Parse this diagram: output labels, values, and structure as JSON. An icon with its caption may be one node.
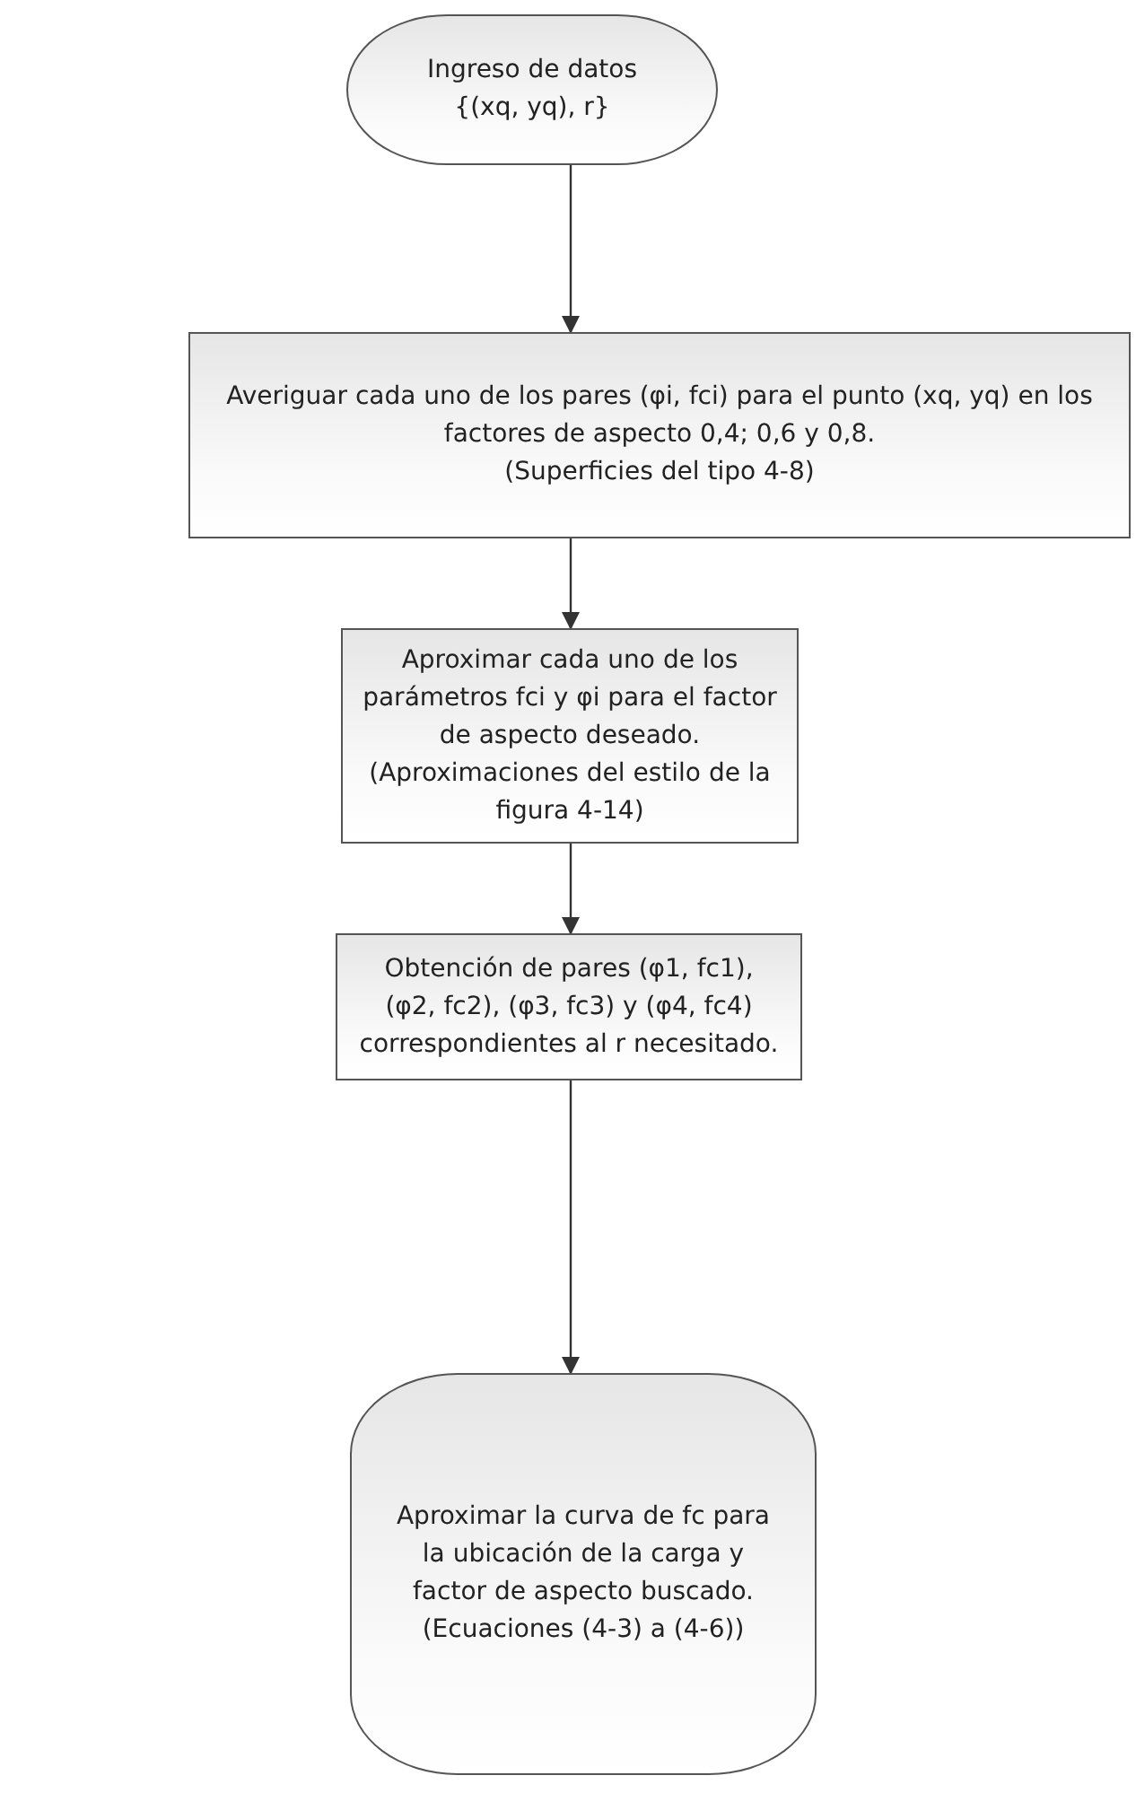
{
  "diagram": {
    "nodes": [
      {
        "text": [
          "Ingreso de datos {(xq, yq), r}"
        ]
      },
      {
        "text": [
          "Averiguar cada uno de los pares (φi, fci) para el punto (xq, yq) en los factores de aspecto 0,4; 0,6 y 0,8.",
          "(Superficies del tipo 4-8)"
        ]
      },
      {
        "text": [
          "Aproximar cada uno de los parámetros fci y φi para el factor de aspecto deseado.",
          "(Aproximaciones del estilo de la figura 4-14)"
        ]
      },
      {
        "text": [
          "Obtención de pares (φ1, fc1), (φ2, fc2), (φ3, fc3) y (φ4, fc4) correspondientes al r necesitado."
        ]
      },
      {
        "text": [
          "Aproximar la curva de fc para la ubicación de la carga y factor de aspecto buscado.",
          "(Ecuaciones (4-3) a (4-6))"
        ]
      }
    ],
    "edges": [
      {
        "from": 0,
        "to": 1,
        "arrow": "to"
      },
      {
        "from": 1,
        "to": 2,
        "arrow": "to"
      },
      {
        "from": 2,
        "to": 3,
        "arrow": "to"
      },
      {
        "from": 3,
        "to": 4,
        "arrow": "to"
      }
    ]
  }
}
